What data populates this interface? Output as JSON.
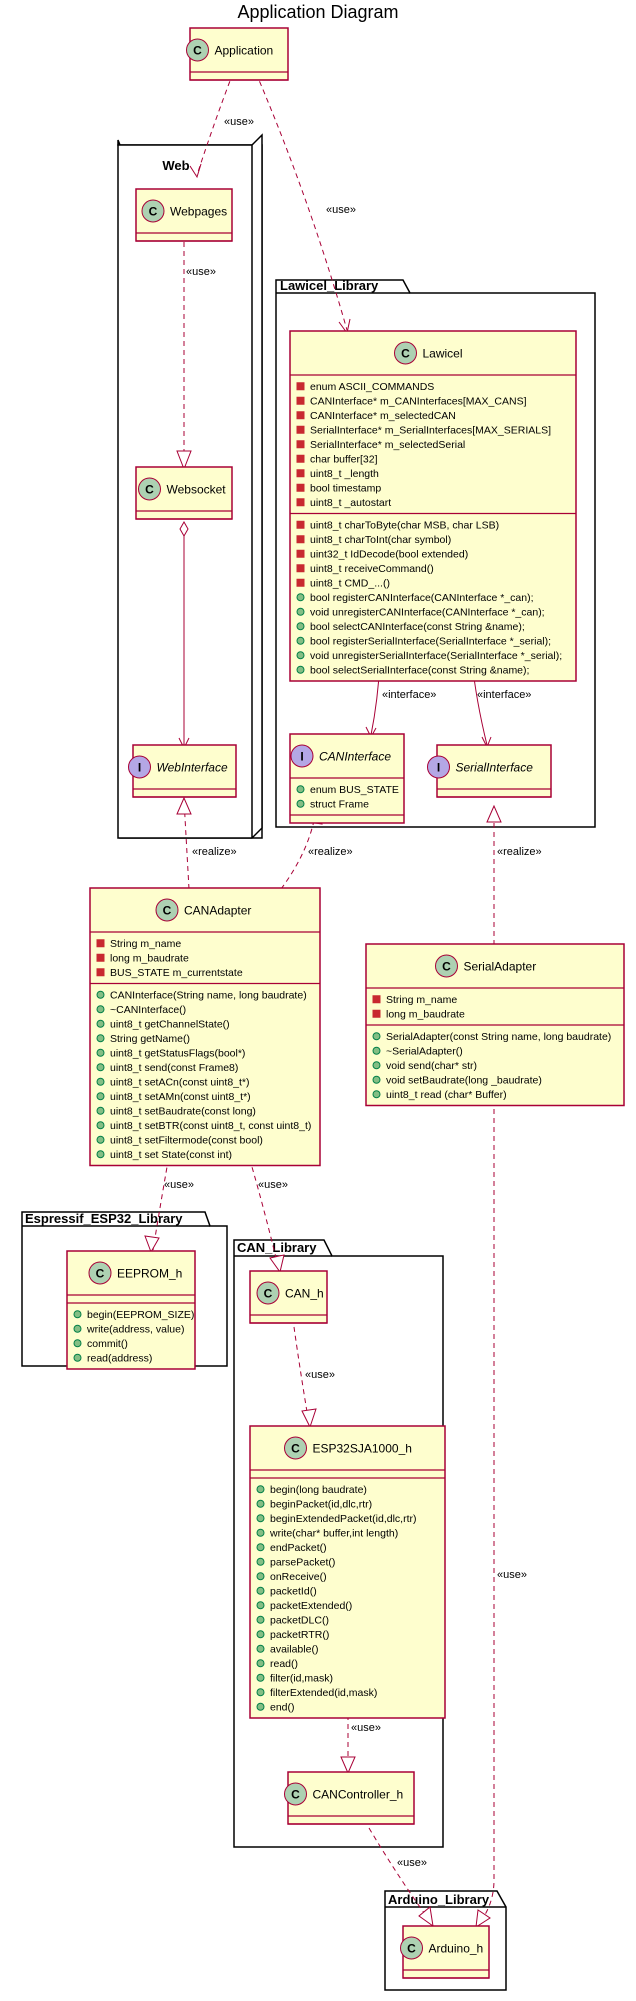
{
  "title": "Application Diagram",
  "packages": {
    "web": "Web",
    "lawicel": "Lawicel_Library",
    "espressif": "Espressif_ESP32_Library",
    "can": "CAN_Library",
    "arduino": "Arduino_Library"
  },
  "classes": {
    "application": {
      "name": "Application",
      "kind": "C"
    },
    "webpages": {
      "name": "Webpages",
      "kind": "C"
    },
    "websocket": {
      "name": "Websocket",
      "kind": "C"
    },
    "webinterface": {
      "name": "WebInterface",
      "kind": "I"
    },
    "lawicel": {
      "name": "Lawicel",
      "kind": "C",
      "fields": [
        "enum ASCII_COMMANDS",
        "CANInterface* m_CANInterfaces[MAX_CANS]",
        "CANInterface* m_selectedCAN",
        "SerialInterface* m_SerialInterfaces[MAX_SERIALS]",
        "SerialInterface* m_selectedSerial",
        "char buffer[32]",
        "uint8_t _length",
        "bool timestamp",
        "uint8_t _autostart"
      ],
      "field_vis": [
        "private",
        "private",
        "private",
        "private",
        "private",
        "private",
        "private",
        "private",
        "private"
      ],
      "methods": [
        "uint8_t charToByte(char MSB, char LSB)",
        "uint8_t charToInt(char symbol)",
        "uint32_t IdDecode(bool extended)",
        "uint8_t receiveCommand()",
        "uint8_t CMD_...()",
        "bool registerCANInterface(CANInterface *_can);",
        "void unregisterCANInterface(CANInterface *_can);",
        "bool selectCANInterface(const String &name);",
        "bool registerSerialInterface(SerialInterface *_serial);",
        "void unregisterSerialInterface(SerialInterface *_serial);",
        "bool selectSerialInterface(const String &name);"
      ],
      "method_vis": [
        "private",
        "private",
        "private",
        "private",
        "private",
        "public",
        "public",
        "public",
        "public",
        "public",
        "public"
      ]
    },
    "caninterface": {
      "name": "CANInterface",
      "kind": "I",
      "fields": [
        "enum BUS_STATE",
        "struct Frame"
      ],
      "field_vis": [
        "public",
        "public"
      ]
    },
    "serialinterface": {
      "name": "SerialInterface",
      "kind": "I"
    },
    "canadapter": {
      "name": "CANAdapter",
      "kind": "C",
      "fields": [
        "String m_name",
        "long m_baudrate",
        "BUS_STATE m_currentstate"
      ],
      "field_vis": [
        "private",
        "private",
        "private"
      ],
      "methods": [
        "CANInterface(String name, long baudrate)",
        "~CANInterface()",
        "uint8_t getChannelState()",
        "String getName()",
        "uint8_t getStatusFlags(bool*)",
        "uint8_t send(const Frame8)",
        "uint8_t setACn(const uint8_t*)",
        "uint8_t setAMn(const uint8_t*)",
        "uint8_t setBaudrate(const long)",
        "uint8_t setBTR(const uint8_t, const uint8_t)",
        "uint8_t setFiltermode(const bool)",
        "uint8_t set State(const int)"
      ],
      "method_vis": [
        "public",
        "public",
        "public",
        "public",
        "public",
        "public",
        "public",
        "public",
        "public",
        "public",
        "public",
        "public"
      ]
    },
    "serialadapter": {
      "name": "SerialAdapter",
      "kind": "C",
      "fields": [
        "String m_name",
        "long m_baudrate"
      ],
      "field_vis": [
        "private",
        "private"
      ],
      "methods": [
        "SerialAdapter(const String name, long baudrate)",
        "~SerialAdapter()",
        "void send(char* str)",
        "void setBaudrate(long _baudrate)",
        "uint8_t read (char* Buffer)"
      ],
      "method_vis": [
        "public",
        "public",
        "public",
        "public",
        "public"
      ]
    },
    "eeprom": {
      "name": "EEPROM_h",
      "kind": "C",
      "methods": [
        "begin(EEPROM_SIZE)",
        "write(address, value)",
        "commit()",
        "read(address)"
      ],
      "method_vis": [
        "public",
        "public",
        "public",
        "public"
      ]
    },
    "can_h": {
      "name": "CAN_h",
      "kind": "C"
    },
    "esp32": {
      "name": "ESP32SJA1000_h",
      "kind": "C",
      "methods": [
        "begin(long baudrate)",
        "beginPacket(id,dlc,rtr)",
        "beginExtendedPacket(id,dlc,rtr)",
        "write(char* buffer,int length)",
        "endPacket()",
        "parsePacket()",
        "onReceive()",
        "packetId()",
        "packetExtended()",
        "packetDLC()",
        "packetRTR()",
        "available()",
        "read()",
        "filter(id,mask)",
        "filterExtended(id,mask)",
        "end()"
      ],
      "method_vis": [
        "public",
        "public",
        "public",
        "public",
        "public",
        "public",
        "public",
        "public",
        "public",
        "public",
        "public",
        "public",
        "public",
        "public",
        "public",
        "public"
      ]
    },
    "cancontroller": {
      "name": "CANController_h",
      "kind": "C"
    },
    "arduino_h": {
      "name": "Arduino_h",
      "kind": "C"
    }
  },
  "relations": {
    "use": "«use»",
    "realize": "«realize»",
    "interface": "«interface»"
  },
  "colors": {
    "class_fill": "#FEFECE",
    "border": "#A80036",
    "class_spot": "#ADD1B2",
    "interface_spot": "#B4A7E5",
    "private_marker": "#C82930",
    "public_marker": "#84BE84"
  }
}
